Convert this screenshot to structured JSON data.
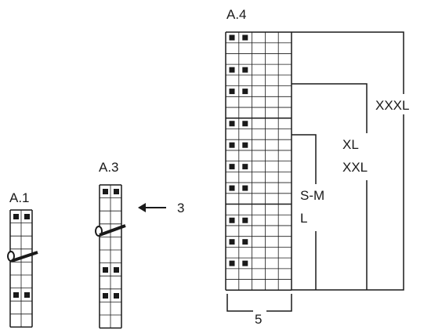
{
  "colors": {
    "line": "#1a1a1a",
    "background": "#ffffff"
  },
  "symbols": [
    "filled-square-pair",
    "yarn-over-with-slash"
  ],
  "diagrams": {
    "a1": {
      "label": "A.1",
      "columns": 2,
      "rows": 9
    },
    "a3": {
      "label": "A.3",
      "columns": 2,
      "rows": 11,
      "arrow_text": "3"
    },
    "a4": {
      "label": "A.4",
      "columns": 5,
      "rows": 24,
      "bottom_label": "5",
      "sizes": {
        "s_m": "S-M",
        "l": "L",
        "xl": "XL",
        "xxl": "XXL",
        "xxxl": "XXXL"
      }
    }
  }
}
